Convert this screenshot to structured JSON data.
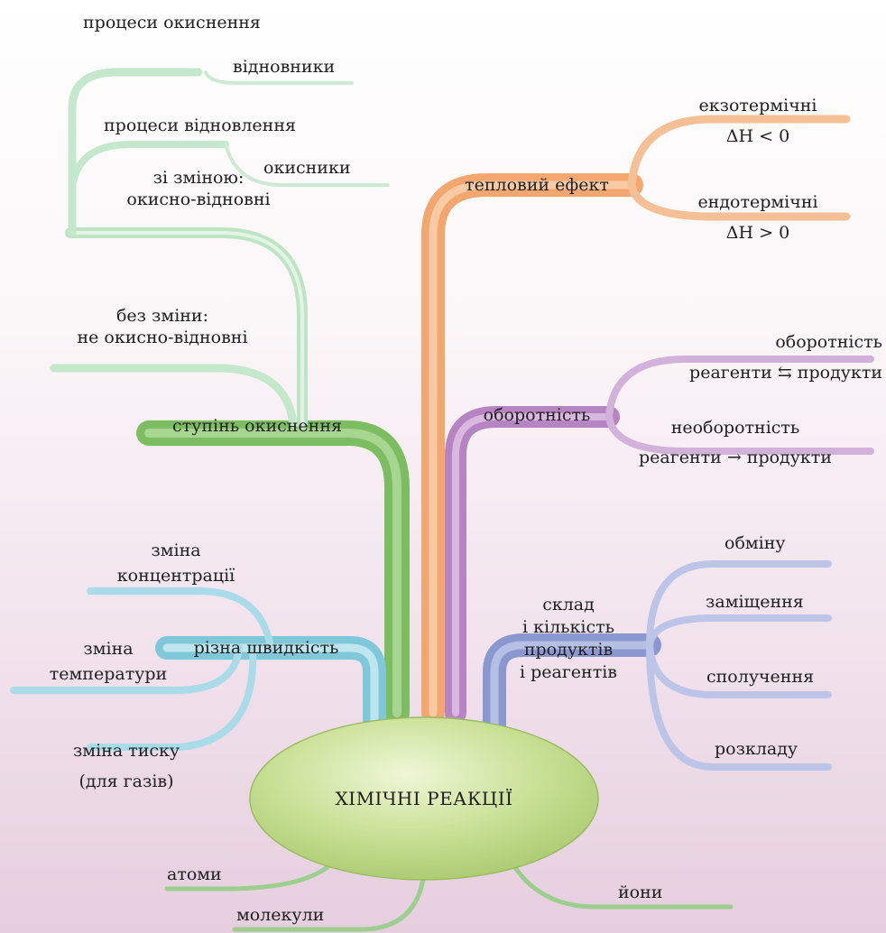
{
  "center": {
    "label": "ХІМІЧНІ РЕАКЦІЇ"
  },
  "branches": {
    "oxidation_state": {
      "label": "ступінь окиснення",
      "with_change": "зі зміною:\nокисно-відновні",
      "without_change": "без зміни:\nне окисно-відновні",
      "oxidation_processes": "процеси окиснення",
      "reducers": "відновники",
      "reduction_processes": "процеси відновлення",
      "oxidizers": "окисники"
    },
    "thermal_effect": {
      "label": "тепловий ефект",
      "exothermic": "екзотермічні\nΔH < 0",
      "endothermic": "ендотермічні\nΔH > 0"
    },
    "reversibility": {
      "label": "оборотність",
      "reversible": "оборотність\nреагенти ⇆ продукти",
      "irreversible": "необоротність\nреагенти → продукти"
    },
    "composition": {
      "label": "склад\nі кількість\nпродуктів\nі реагентів",
      "exchange": "обміну",
      "substitution": "заміщення",
      "combination": "сполучення",
      "decomposition": "розкладу"
    },
    "rate": {
      "label": "різна швидкість",
      "concentration": "зміна\nконцентрації",
      "temperature": "зміна\nтемператури",
      "pressure": "зміна тиску\n(для газів)"
    },
    "particles": {
      "atoms": "атоми",
      "molecules": "молекули",
      "ions": "йони"
    }
  },
  "colors": {
    "green": "#8cc874",
    "orange": "#f6b27f",
    "purple": "#bf92c8",
    "blue": "#96a3d4",
    "cyan": "#8fd0df",
    "center_fill": "#c3de8d"
  }
}
